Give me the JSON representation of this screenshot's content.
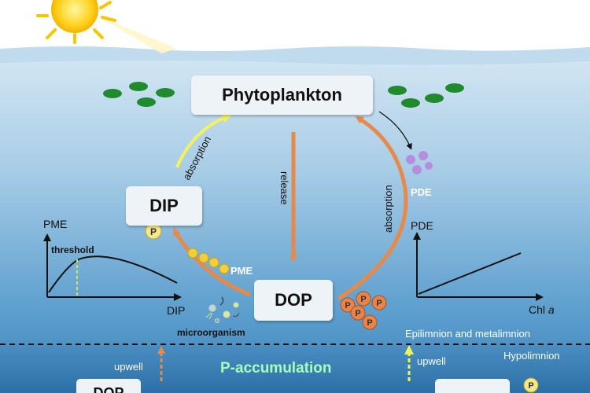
{
  "nodes": {
    "phytoplankton": "Phytoplankton",
    "dip": "DIP",
    "dop": "DOP",
    "dop_bottom": "DOP"
  },
  "labels": {
    "absorption_left": "absorption",
    "release": "release",
    "absorption_right": "absorption",
    "pme": "PME",
    "pde": "PDE",
    "microorganism": "microorganism",
    "epilimnion": "Epilimnion and metalimnion",
    "hypolimnion": "Hypolimnion",
    "upwell_left": "upwell",
    "upwell_right": "upwell",
    "p_accumulation": "P-accumulation",
    "phosphate_symbol": "P"
  },
  "left_graph": {
    "ylabel": "PME",
    "xlabel": "DIP",
    "annotation": "threshold"
  },
  "right_graph": {
    "ylabel": "PDE",
    "xlabel": "Chl",
    "xlabel_italic": "a"
  },
  "colors": {
    "sky": "#ffffff",
    "water_top": "#cfe3f1",
    "water_bottom": "#2f79b2",
    "cycle_arrow": "#e58a4a",
    "absorption_arrow": "#f3f25a",
    "algae": "#1f8a2e",
    "pde_enzyme": "#b68ee0",
    "phosphate_yellow": "#f6e88a",
    "phosphate_orange": "#e8844a",
    "p_accumulation_text": "#a8ffb8",
    "threshold_line": "#d9e24a"
  }
}
